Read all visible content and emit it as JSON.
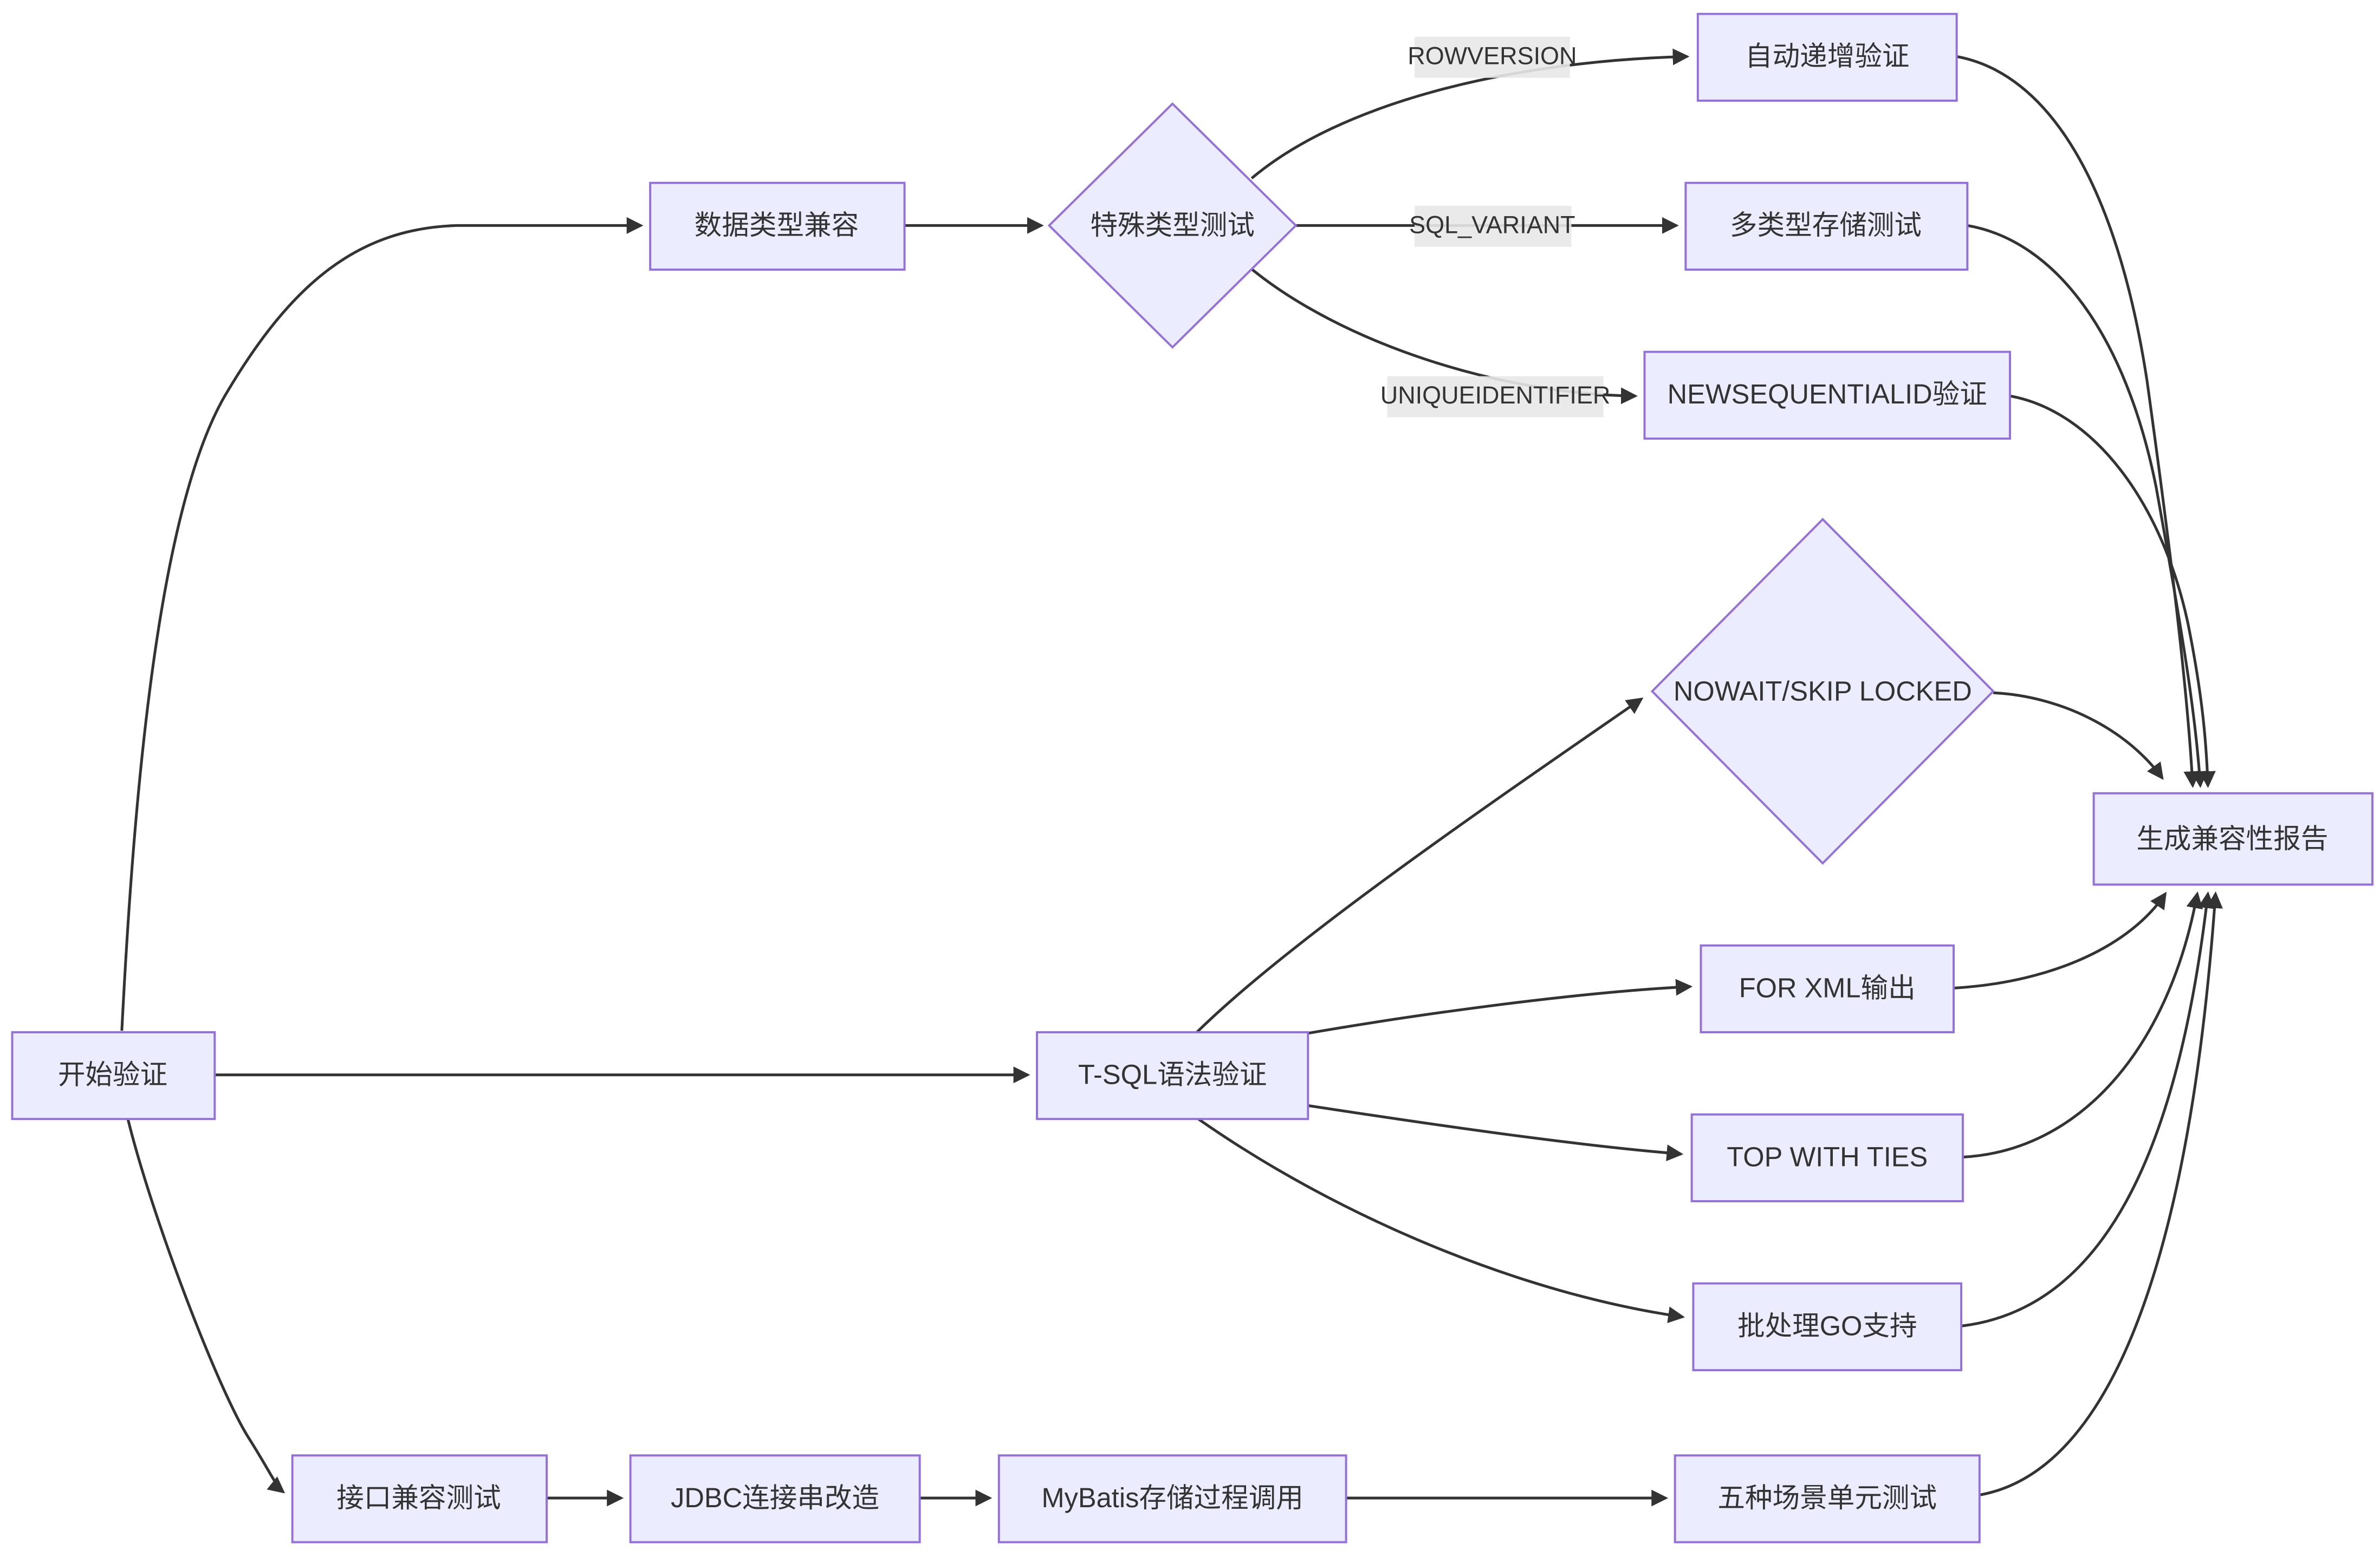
{
  "colors": {
    "background": "#ffffff",
    "node_fill": "#ececff",
    "node_border": "#9370db",
    "edge_line": "#333333",
    "edge_label_bg": "#e8e8e8",
    "text": "#333333"
  },
  "nodes": {
    "start": {
      "label": "开始验证",
      "shape": "rectangle"
    },
    "datatype": {
      "label": "数据类型兼容",
      "shape": "rectangle"
    },
    "special": {
      "label": "特殊类型测试",
      "shape": "diamond"
    },
    "autoincr": {
      "label": "自动递增验证",
      "shape": "rectangle"
    },
    "multitype": {
      "label": "多类型存储测试",
      "shape": "rectangle"
    },
    "newseq": {
      "label": "NEWSEQUENTIALID验证",
      "shape": "rectangle"
    },
    "tsql": {
      "label": "T-SQL语法验证",
      "shape": "rectangle"
    },
    "nowait": {
      "label": "NOWAIT/SKIP LOCKED",
      "shape": "diamond"
    },
    "forxml": {
      "label": "FOR XML输出",
      "shape": "rectangle"
    },
    "topties": {
      "label": "TOP WITH TIES",
      "shape": "rectangle"
    },
    "batchgo": {
      "label": "批处理GO支持",
      "shape": "rectangle"
    },
    "interface": {
      "label": "接口兼容测试",
      "shape": "rectangle"
    },
    "jdbc": {
      "label": "JDBC连接串改造",
      "shape": "rectangle"
    },
    "mybatis": {
      "label": "MyBatis存储过程调用",
      "shape": "rectangle"
    },
    "scenarios": {
      "label": "五种场景单元测试",
      "shape": "rectangle"
    },
    "report": {
      "label": "生成兼容性报告",
      "shape": "rectangle"
    }
  },
  "edge_labels": {
    "rowversion": "ROWVERSION",
    "sql_variant": "SQL_VARIANT",
    "uniqueidentifier": "UNIQUEIDENTIFIER"
  },
  "edges": [
    {
      "from": "start",
      "to": "datatype"
    },
    {
      "from": "datatype",
      "to": "special"
    },
    {
      "from": "special",
      "to": "autoincr",
      "label": "ROWVERSION"
    },
    {
      "from": "special",
      "to": "multitype",
      "label": "SQL_VARIANT"
    },
    {
      "from": "special",
      "to": "newseq",
      "label": "UNIQUEIDENTIFIER"
    },
    {
      "from": "start",
      "to": "tsql"
    },
    {
      "from": "tsql",
      "to": "nowait"
    },
    {
      "from": "tsql",
      "to": "forxml"
    },
    {
      "from": "tsql",
      "to": "topties"
    },
    {
      "from": "tsql",
      "to": "batchgo"
    },
    {
      "from": "start",
      "to": "interface"
    },
    {
      "from": "interface",
      "to": "jdbc"
    },
    {
      "from": "jdbc",
      "to": "mybatis"
    },
    {
      "from": "mybatis",
      "to": "scenarios"
    },
    {
      "from": "autoincr",
      "to": "report"
    },
    {
      "from": "multitype",
      "to": "report"
    },
    {
      "from": "newseq",
      "to": "report"
    },
    {
      "from": "nowait",
      "to": "report"
    },
    {
      "from": "forxml",
      "to": "report"
    },
    {
      "from": "topties",
      "to": "report"
    },
    {
      "from": "batchgo",
      "to": "report"
    },
    {
      "from": "scenarios",
      "to": "report"
    }
  ]
}
